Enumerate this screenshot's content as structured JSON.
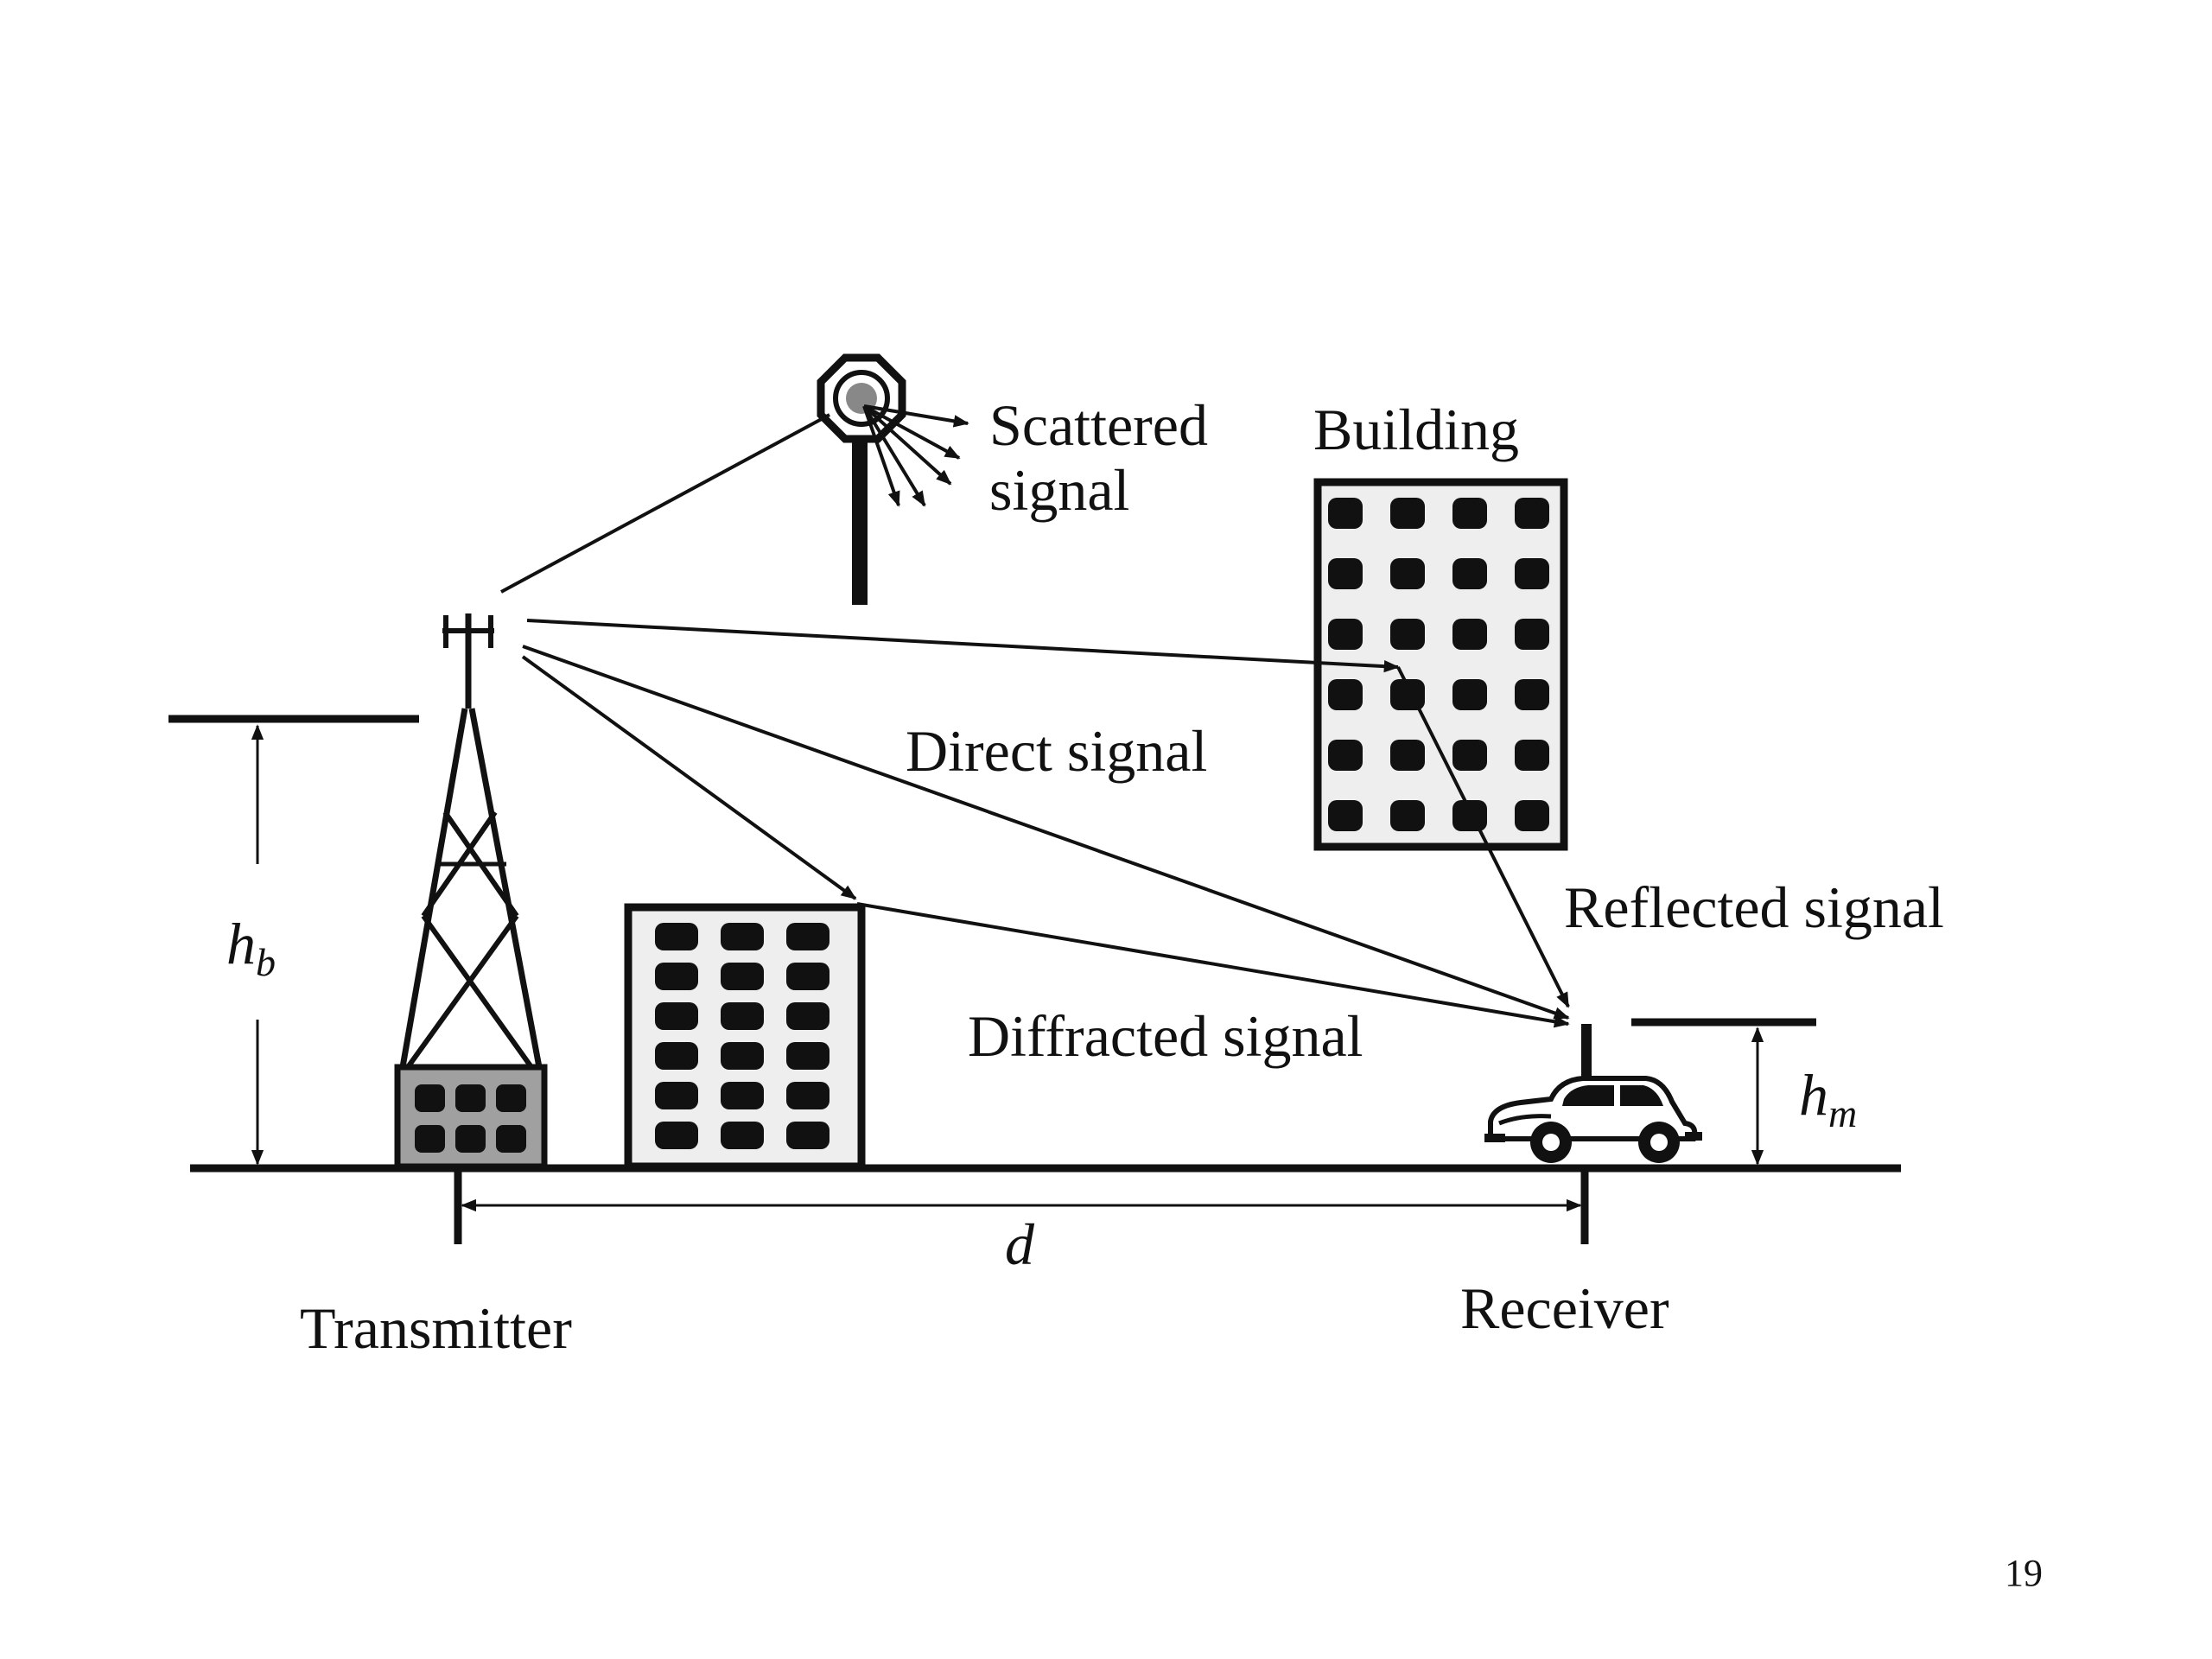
{
  "labels": {
    "scattered_line1": "Scattered",
    "scattered_line2": "signal",
    "building": "Building",
    "direct": "Direct signal",
    "reflected": "Reflected signal",
    "diffracted": "Diffracted signal",
    "hb_main": "h",
    "hb_sub": "b",
    "hm_main": "h",
    "hm_sub": "m",
    "distance": "d",
    "transmitter": "Transmitter",
    "receiver": "Receiver"
  },
  "page_number": "19",
  "icons": {
    "tower": "transmitter-tower-icon",
    "scatterer": "scatterer-sign-icon",
    "car": "car-icon",
    "tall_building": "tall-building-icon",
    "short_building": "short-building-icon"
  },
  "colors": {
    "ink": "#111111",
    "building_fill": "#eeeeee",
    "tower_base_fill": "#a0a0a0"
  }
}
